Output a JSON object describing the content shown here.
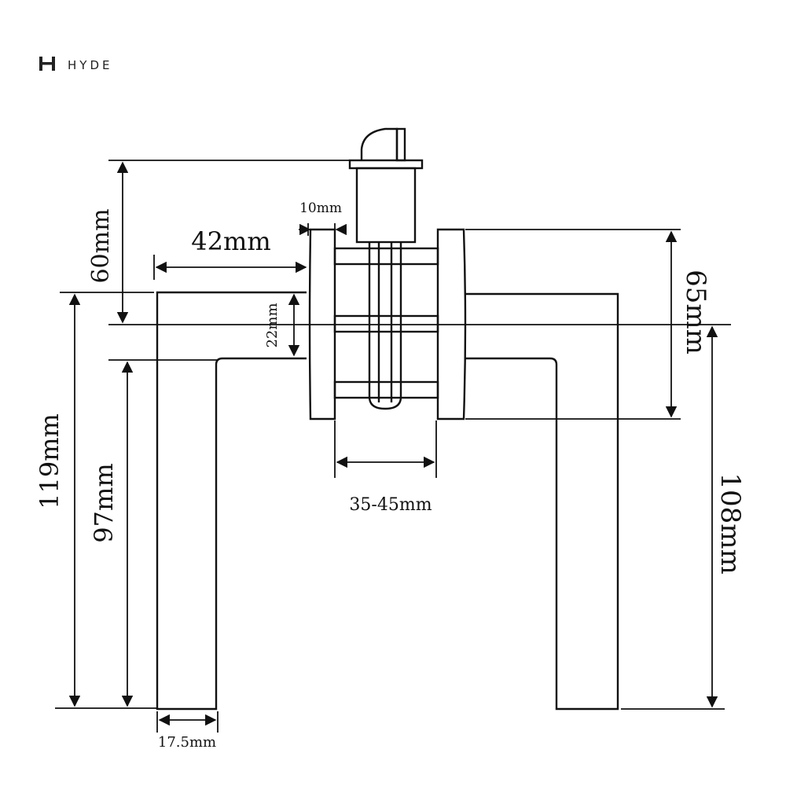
{
  "brand": {
    "name": "HYDE",
    "logo_icon": "h-monogram-icon"
  },
  "dimensions": {
    "lever_projection": "42mm",
    "rose_thickness": "10mm",
    "thumbturn_height": "60mm",
    "lever_neck_height": "22mm",
    "rose_height": "65mm",
    "overall_left_height": "119mm",
    "lever_drop_left": "97mm",
    "door_thickness_range": "35-45mm",
    "overall_right_height": "108mm",
    "lever_width": "17.5mm"
  },
  "colors": {
    "ink": "#111111",
    "background": "#ffffff"
  }
}
